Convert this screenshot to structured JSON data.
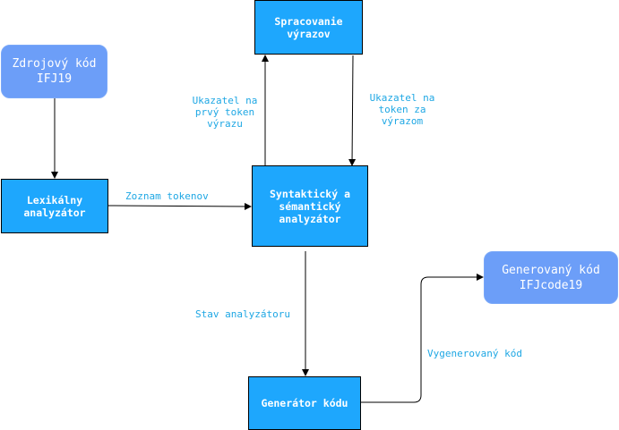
{
  "nodes": {
    "source": "Zdrojový kód\nIFJ19",
    "lexer": "Lexikálny\nanalyzátor",
    "parser": "Syntaktický a\nsémantický\nanalyzátor",
    "expr": "Spracovanie\nvýrazov",
    "codegen": "Generátor kódu",
    "output": "Generovaný kód\nIFJcode19"
  },
  "edges": {
    "lexer_to_parser": "Zoznam tokenov",
    "parser_to_expr": "Ukazatel na\nprvý token\nvýrazu",
    "expr_to_parser": "Ukazatel na\ntoken za\nvýrazom",
    "parser_to_codegen": "Stav analyzátoru",
    "codegen_to_output": "Vygenerovaný kód"
  },
  "colors": {
    "process_fill": "#1ea7fd",
    "terminal_fill": "#6c9ef8",
    "label_text": "#1ea7e4",
    "arrow": "#000000"
  }
}
